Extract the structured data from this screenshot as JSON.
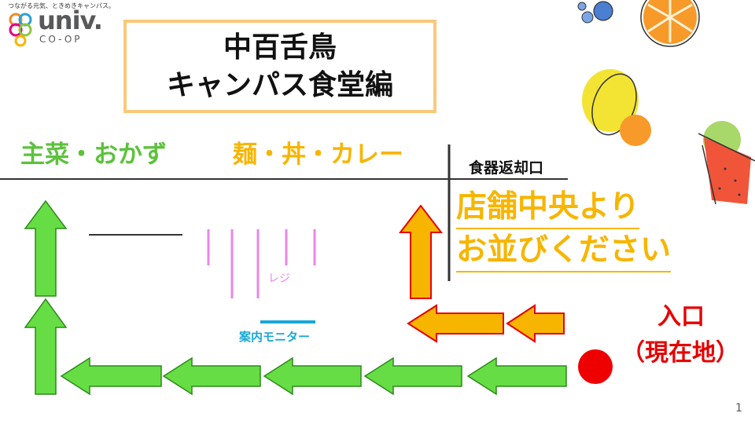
{
  "logo": {
    "tagline": "つながる元気、ときめきキャンパス。",
    "brand": "univ.",
    "sub": "CO-OP"
  },
  "title": {
    "line1": "中百舌鳥",
    "line2": "キャンパス食堂編"
  },
  "sections": {
    "main_dishes": "主菜・おかず",
    "noodles_bowls_curry": "麺・丼・カレー"
  },
  "dish_return": "食器返却口",
  "queue_notice": {
    "line1": "店舗中央より",
    "line2": "お並びください"
  },
  "register_label": "レジ",
  "monitor_label": "案内モニター",
  "entrance": {
    "label": "入口",
    "current_location": "（現在地）"
  },
  "page_number": "1",
  "colors": {
    "green_arrow": "#66dd44",
    "orange_arrow": "#f7b500",
    "red_outline": "#e60000",
    "register_lines": "#e887e8",
    "monitor_line": "#19a7d8",
    "title_border": "#f9c97a",
    "current_location_dot": "#ee0000"
  }
}
